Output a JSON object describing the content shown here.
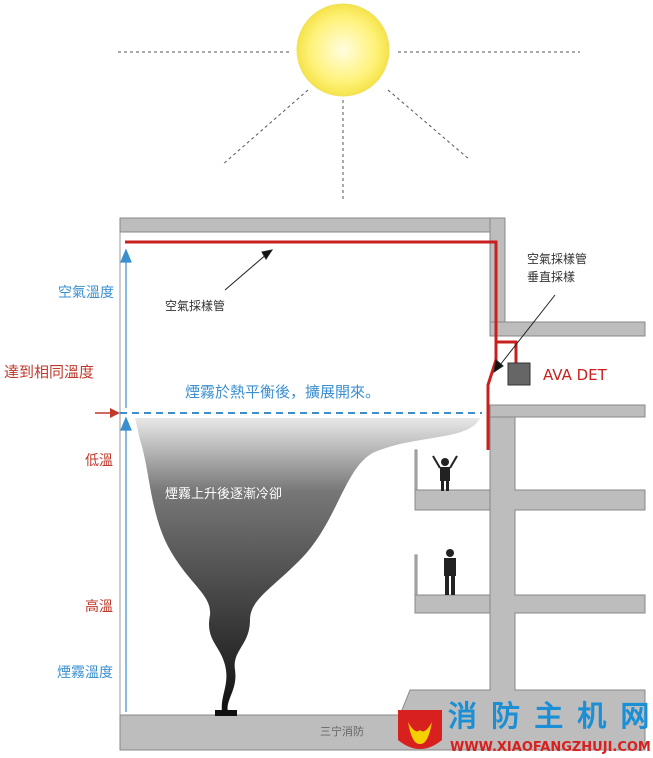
{
  "labels": {
    "air_temp": "空氣溫度",
    "same_temp": "達到相同溫度",
    "low_temp": "低溫",
    "high_temp": "高溫",
    "smoke_temp": "煙霧溫度",
    "sampling_pipe": "空氣採樣管",
    "vertical_pipe_line1": "空氣採樣管",
    "vertical_pipe_line2": "垂直採樣",
    "detector": "AVA DET",
    "spread_note": "煙霧於熱平衡後，擴展開來。",
    "cooling_note": "煙霧上升後逐漸冷卻"
  },
  "watermark": {
    "title": "消 防 主 机 网",
    "url": "WWW.XIAOFANGZHUJI.COM",
    "wechat": "三宁消防"
  },
  "colors": {
    "pipe": "#c8201e",
    "blue": "#3a8fd0",
    "red": "#c0392b",
    "building": "#b9b9b9"
  }
}
